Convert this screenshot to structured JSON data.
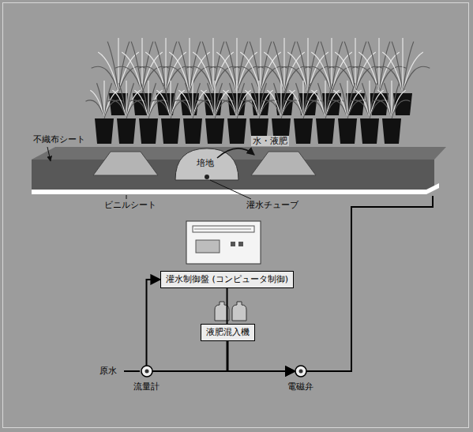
{
  "diagram": {
    "nodes": [
      {
        "text": [
          "灌水制御盤 (コンピュータ制御)"
        ]
      },
      {
        "text": [
          "液肥混入機"
        ]
      },
      {
        "text": [
          "流量計"
        ]
      },
      {
        "text": [
          "電磁弁"
        ]
      }
    ],
    "edges": [
      {
        "from": 2,
        "to": 0,
        "arrow": "to"
      },
      {
        "from": 0,
        "to": 3,
        "arrow": "to"
      },
      {
        "from": 1,
        "to": 3,
        "arrow": "to"
      },
      {
        "from": 2,
        "to": 3,
        "arrow": "to"
      }
    ],
    "labels": [
      "不織布シート",
      "ビニルシート",
      "培地",
      "水・液肥",
      "灌水チューブ",
      "原水"
    ]
  }
}
